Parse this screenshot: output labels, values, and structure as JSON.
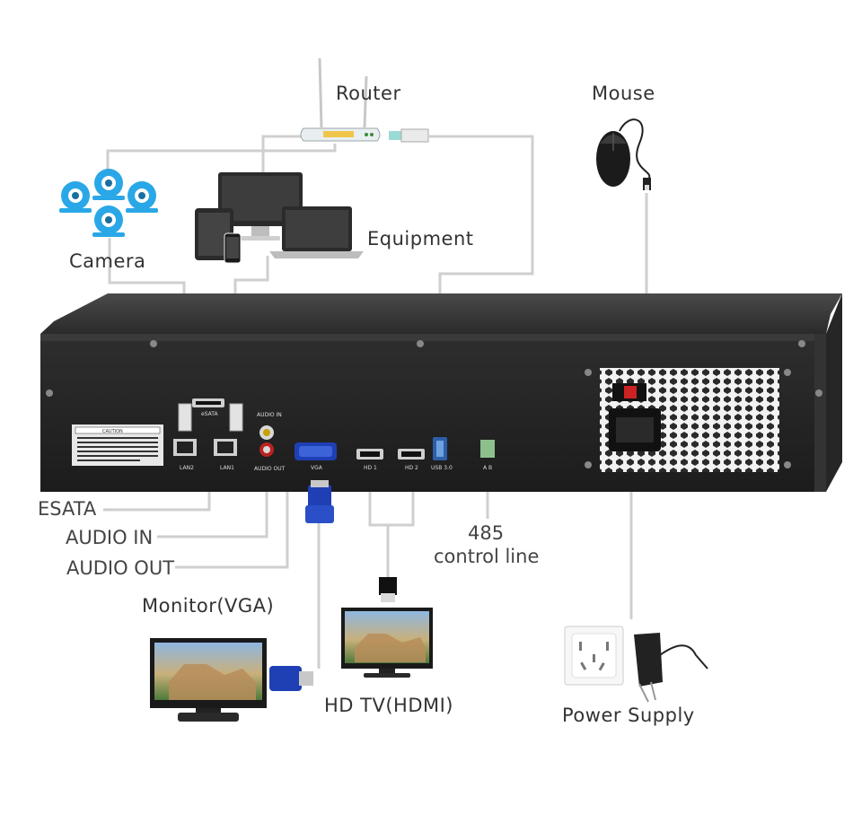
{
  "labels": {
    "router": "Router",
    "mouse": "Mouse",
    "camera": "Camera",
    "equipment": "Equipment",
    "esata": "ESATA",
    "audio_in": "AUDIO IN",
    "audio_out": "AUDIO OUT",
    "control_485_line1": "485",
    "control_485_line2": "control line",
    "monitor_vga": "Monitor(VGA)",
    "hd_tv": "HD TV(HDMI)",
    "power_supply": "Power Supply"
  },
  "device_ports": {
    "lan2": "LAN2",
    "esata": "eSATA",
    "lan1": "LAN1",
    "audio_in": "AUDIO IN",
    "audio_out": "AUDIO OUT",
    "vga": "VGA",
    "hd1": "HD 1",
    "hd2": "HD 2",
    "usb": "USB 3.0",
    "ab": "A B",
    "caution": "CAUTION"
  },
  "colors": {
    "cable": "#cfcfcf",
    "device_body": "#2b2b2b",
    "camera_blue": "#2aa7e6",
    "vga_blue": "#1f3fb5"
  }
}
